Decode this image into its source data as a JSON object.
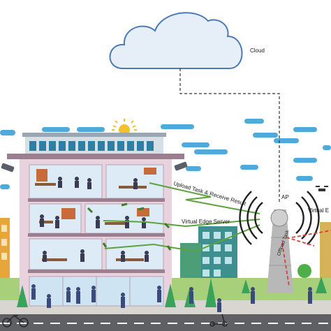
{
  "labels": {
    "cloud": "Cloud",
    "upload_task": "Upload Task & Receive Result",
    "virtual_edge_server": "Virtual Edge Server",
    "ap": "AP",
    "virtual_edge_cut": "Virtual E",
    "offload_cut": "Offload Task"
  },
  "colors": {
    "sky_strip": "#4fa9d9",
    "cloud_fill": "#e6eef7",
    "cloud_stroke": "#4a7ab8",
    "building_wall": "#e8d2dd",
    "room_fill": "#dcebf6",
    "floor_slab": "#9b7f8f",
    "link_green": "#5da23c",
    "link_red": "#d9403a",
    "road": "#5f6063",
    "grass": "#a8cf7a"
  },
  "icons": [
    "cloud-icon",
    "sun-icon",
    "cctv-camera-icon",
    "access-point-tower-icon",
    "drone-icon",
    "tree-icon",
    "person-icon",
    "bicycle-icon",
    "scooter-icon"
  ]
}
